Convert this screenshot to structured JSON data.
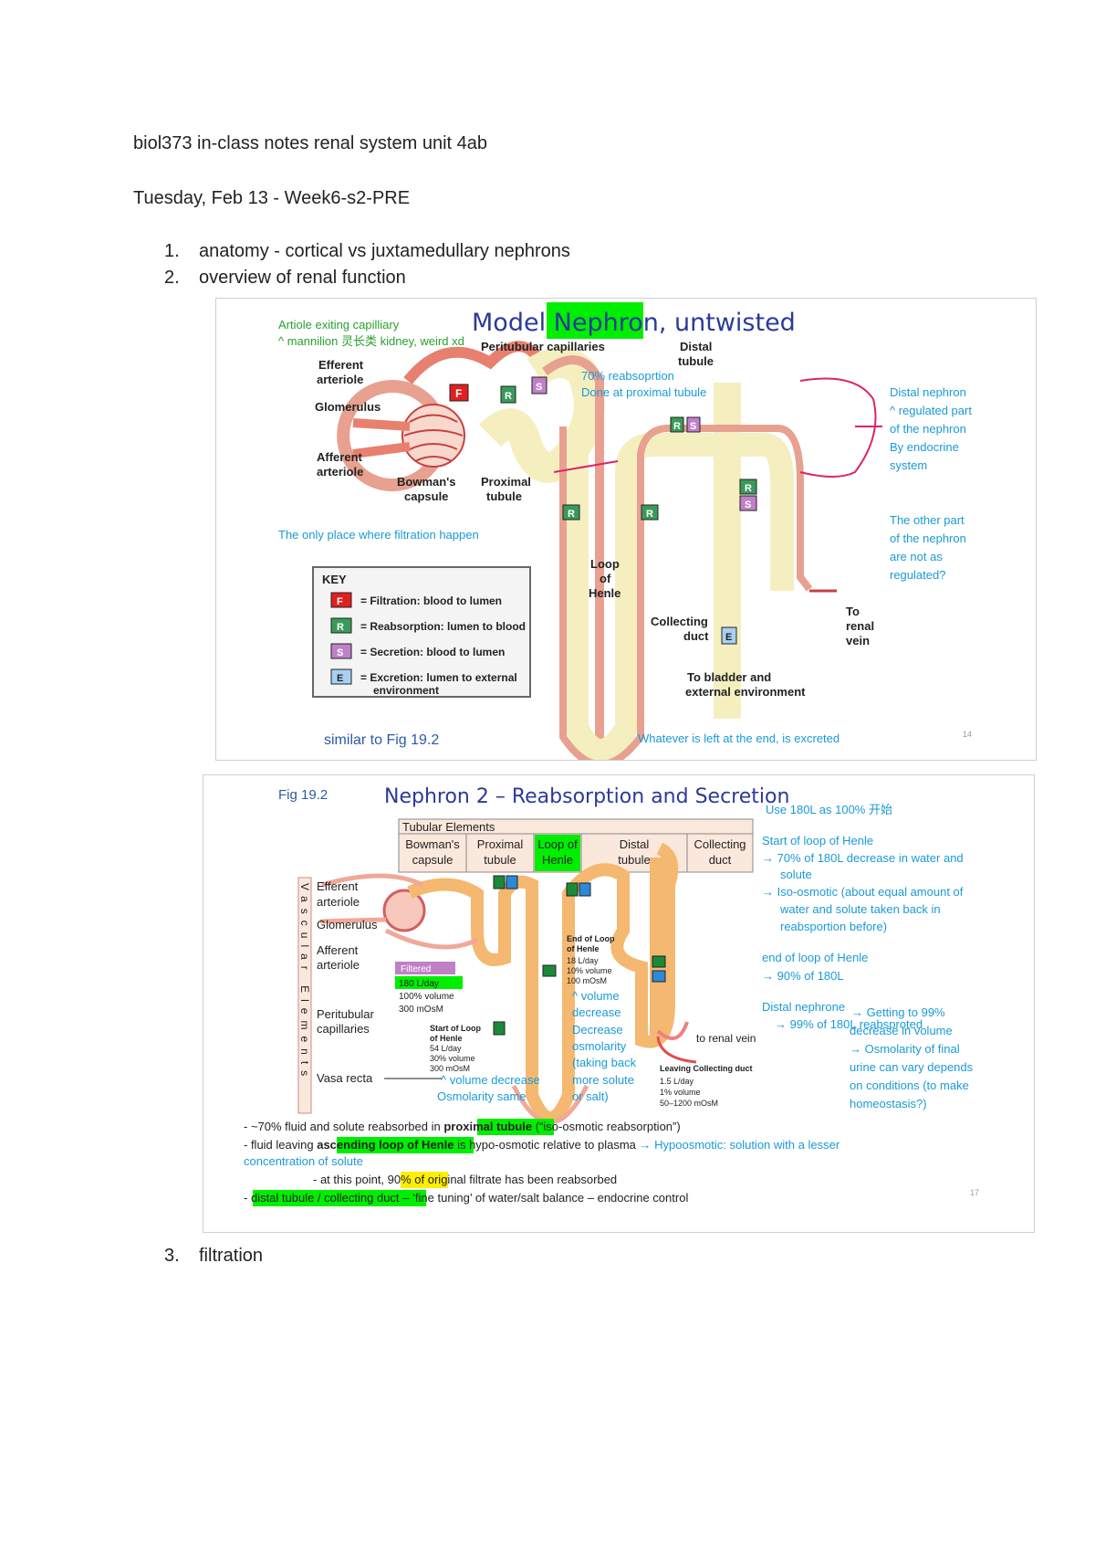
{
  "header": {
    "title": "biol373 in-class notes renal system unit 4ab",
    "date": "Tuesday, Feb 13 - Week6-s2-PRE"
  },
  "outline": [
    {
      "num": "1.",
      "text": "anatomy - cortical vs juxtamedullary nephrons"
    },
    {
      "num": "2.",
      "text": "overview of renal function"
    },
    {
      "num": "3.",
      "text": "filtration"
    }
  ],
  "slide1": {
    "title_pre": "Model ",
    "title_highlight": "Nephron",
    "title_post": ", untwisted",
    "labels": {
      "peritubular": "Peritubular capillaries",
      "distal1": "Distal",
      "distal2": "tubule",
      "efferent1": "Efferent",
      "efferent2": "arteriole",
      "glomerulus": "Glomerulus",
      "afferent1": "Afferent",
      "afferent2": "arteriole",
      "bowman1": "Bowman's",
      "bowman2": "capsule",
      "proximal1": "Proximal",
      "proximal2": "tubule",
      "loop1": "Loop",
      "loop2": "of",
      "loop3": "Henle",
      "collecting1": "Collecting",
      "collecting2": "duct",
      "renal1": "To",
      "renal2": "renal",
      "renal3": "vein",
      "bladder1": "To bladder and",
      "bladder2": "external environment"
    },
    "key": {
      "title": "KEY",
      "items": [
        {
          "letter": "F",
          "text": "= Filtration: blood to lumen"
        },
        {
          "letter": "R",
          "text": "= Reabsorption: lumen to blood"
        },
        {
          "letter": "S",
          "text": "= Secretion: blood to lumen"
        },
        {
          "letter": "E",
          "text": "= Excretion: lumen to external",
          "text2": "environment"
        }
      ]
    },
    "notes": {
      "arteriole": "Artiole exiting capilliary",
      "mannilion": "^ mannilion 灵长类 kidney, weird xd",
      "reab1": "70% reabsoprtion",
      "reab2": "Done at proximal tubule",
      "filtration": "The only place where filtration happen",
      "distal": [
        "Distal nephron",
        "^ regulated part",
        "of the nephron",
        "By endocrine",
        "system"
      ],
      "other": [
        "The other part",
        "of the nephron",
        "are not as",
        "regulated?"
      ],
      "similar": "similar to Fig 19.2",
      "whatever": "Whatever is left at the end, is excreted",
      "page": "14"
    }
  },
  "slide2": {
    "fig": "Fig 19.2",
    "title": "Nephron 2 – Reabsorption and Secretion",
    "use180": "Use 180L as 100% 开始",
    "tubular": "Tubular Elements",
    "columns": [
      {
        "l1": "Bowman's",
        "l2": "capsule"
      },
      {
        "l1": "Proximal",
        "l2": "tubule"
      },
      {
        "l1": "Loop of",
        "l2": "Henle"
      },
      {
        "l1": "Distal",
        "l2": "tubule"
      },
      {
        "l1": "Collecting",
        "l2": "duct"
      }
    ],
    "vascular": "Vascular Elements",
    "left_labels": {
      "efferent1": "Efferent",
      "efferent2": "arteriole",
      "glomerulus": "Glomerulus",
      "afferent1": "Afferent",
      "afferent2": "arteriole",
      "peritubular1": "Peritubular",
      "peritubular2": "capillaries",
      "vasa": "Vasa recta"
    },
    "filtered": {
      "label": "Filtered",
      "v1": "180 L/day",
      "v2": "100% volume",
      "v3": "300 mOsM"
    },
    "start_loop": {
      "t1": "Start of Loop",
      "t2": "of Henle",
      "v1": "54 L/day",
      "v2": "30% volume",
      "v3": "300 mOsM"
    },
    "end_loop": {
      "t1": "End of Loop",
      "t2": "of Henle",
      "v1": "18 L/day",
      "v2": "10% volume",
      "v3": "100 mOsM"
    },
    "leaving": {
      "t1": "Leaving Collecting duct",
      "v1": "1.5 L/day",
      "v2": "1% volume",
      "v3": "50–1200 mOsM"
    },
    "renal_vein": "to renal vein",
    "annot": {
      "volume_decrease": "^ volume decrease",
      "osmolarity_same": "Osmolarity same",
      "mid": [
        "^ volume",
        "decrease",
        "Decrease",
        "osmolarity",
        "(taking back",
        "more solute",
        "or salt)"
      ],
      "right1": [
        "Start of loop of Henle",
        "→ 70% of 180L decrease in water and",
        "solute",
        "→ Iso-osmotic (about equal amount of",
        "water and solute taken back in",
        "reabsportion before)"
      ],
      "right2": [
        "end of loop of Henle",
        "→ 90% of 180L"
      ],
      "distal": [
        "Distal nephrone",
        "→ 99% of 180L reabsproted"
      ],
      "getting": "→ Getting to 99%",
      "decrease_vol": "decrease in volume",
      "right3": [
        "→ Osmolarity of final",
        "urine can vary depends",
        "on conditions (to make",
        "homeostasis?)"
      ]
    },
    "bullets": {
      "b1_pre": "- ~70% fluid and solute reabsorbed in ",
      "b1_hl": "proximal tubule",
      "b1_post": " (“iso-osmotic reabsorption”)",
      "b2_pre": "- fluid leaving ",
      "b2_hl": "ascending loop of Henle",
      "b2_post": " is hypo-osmotic relative to plasma ",
      "b2_note": "→ Hypoosmotic: solution with a lesser",
      "b2_note2": "concentration of solute",
      "b3_pre": "- at this point, ",
      "b3_hl": "90% of",
      "b3_post": " original filtrate has been reabsorbed",
      "b4_pre": "- ",
      "b4_hl": "distal tubule / collecting duct",
      "b4_post": " – ‘fine tuning’ of water/salt balance – endocrine control",
      "page": "17"
    }
  }
}
